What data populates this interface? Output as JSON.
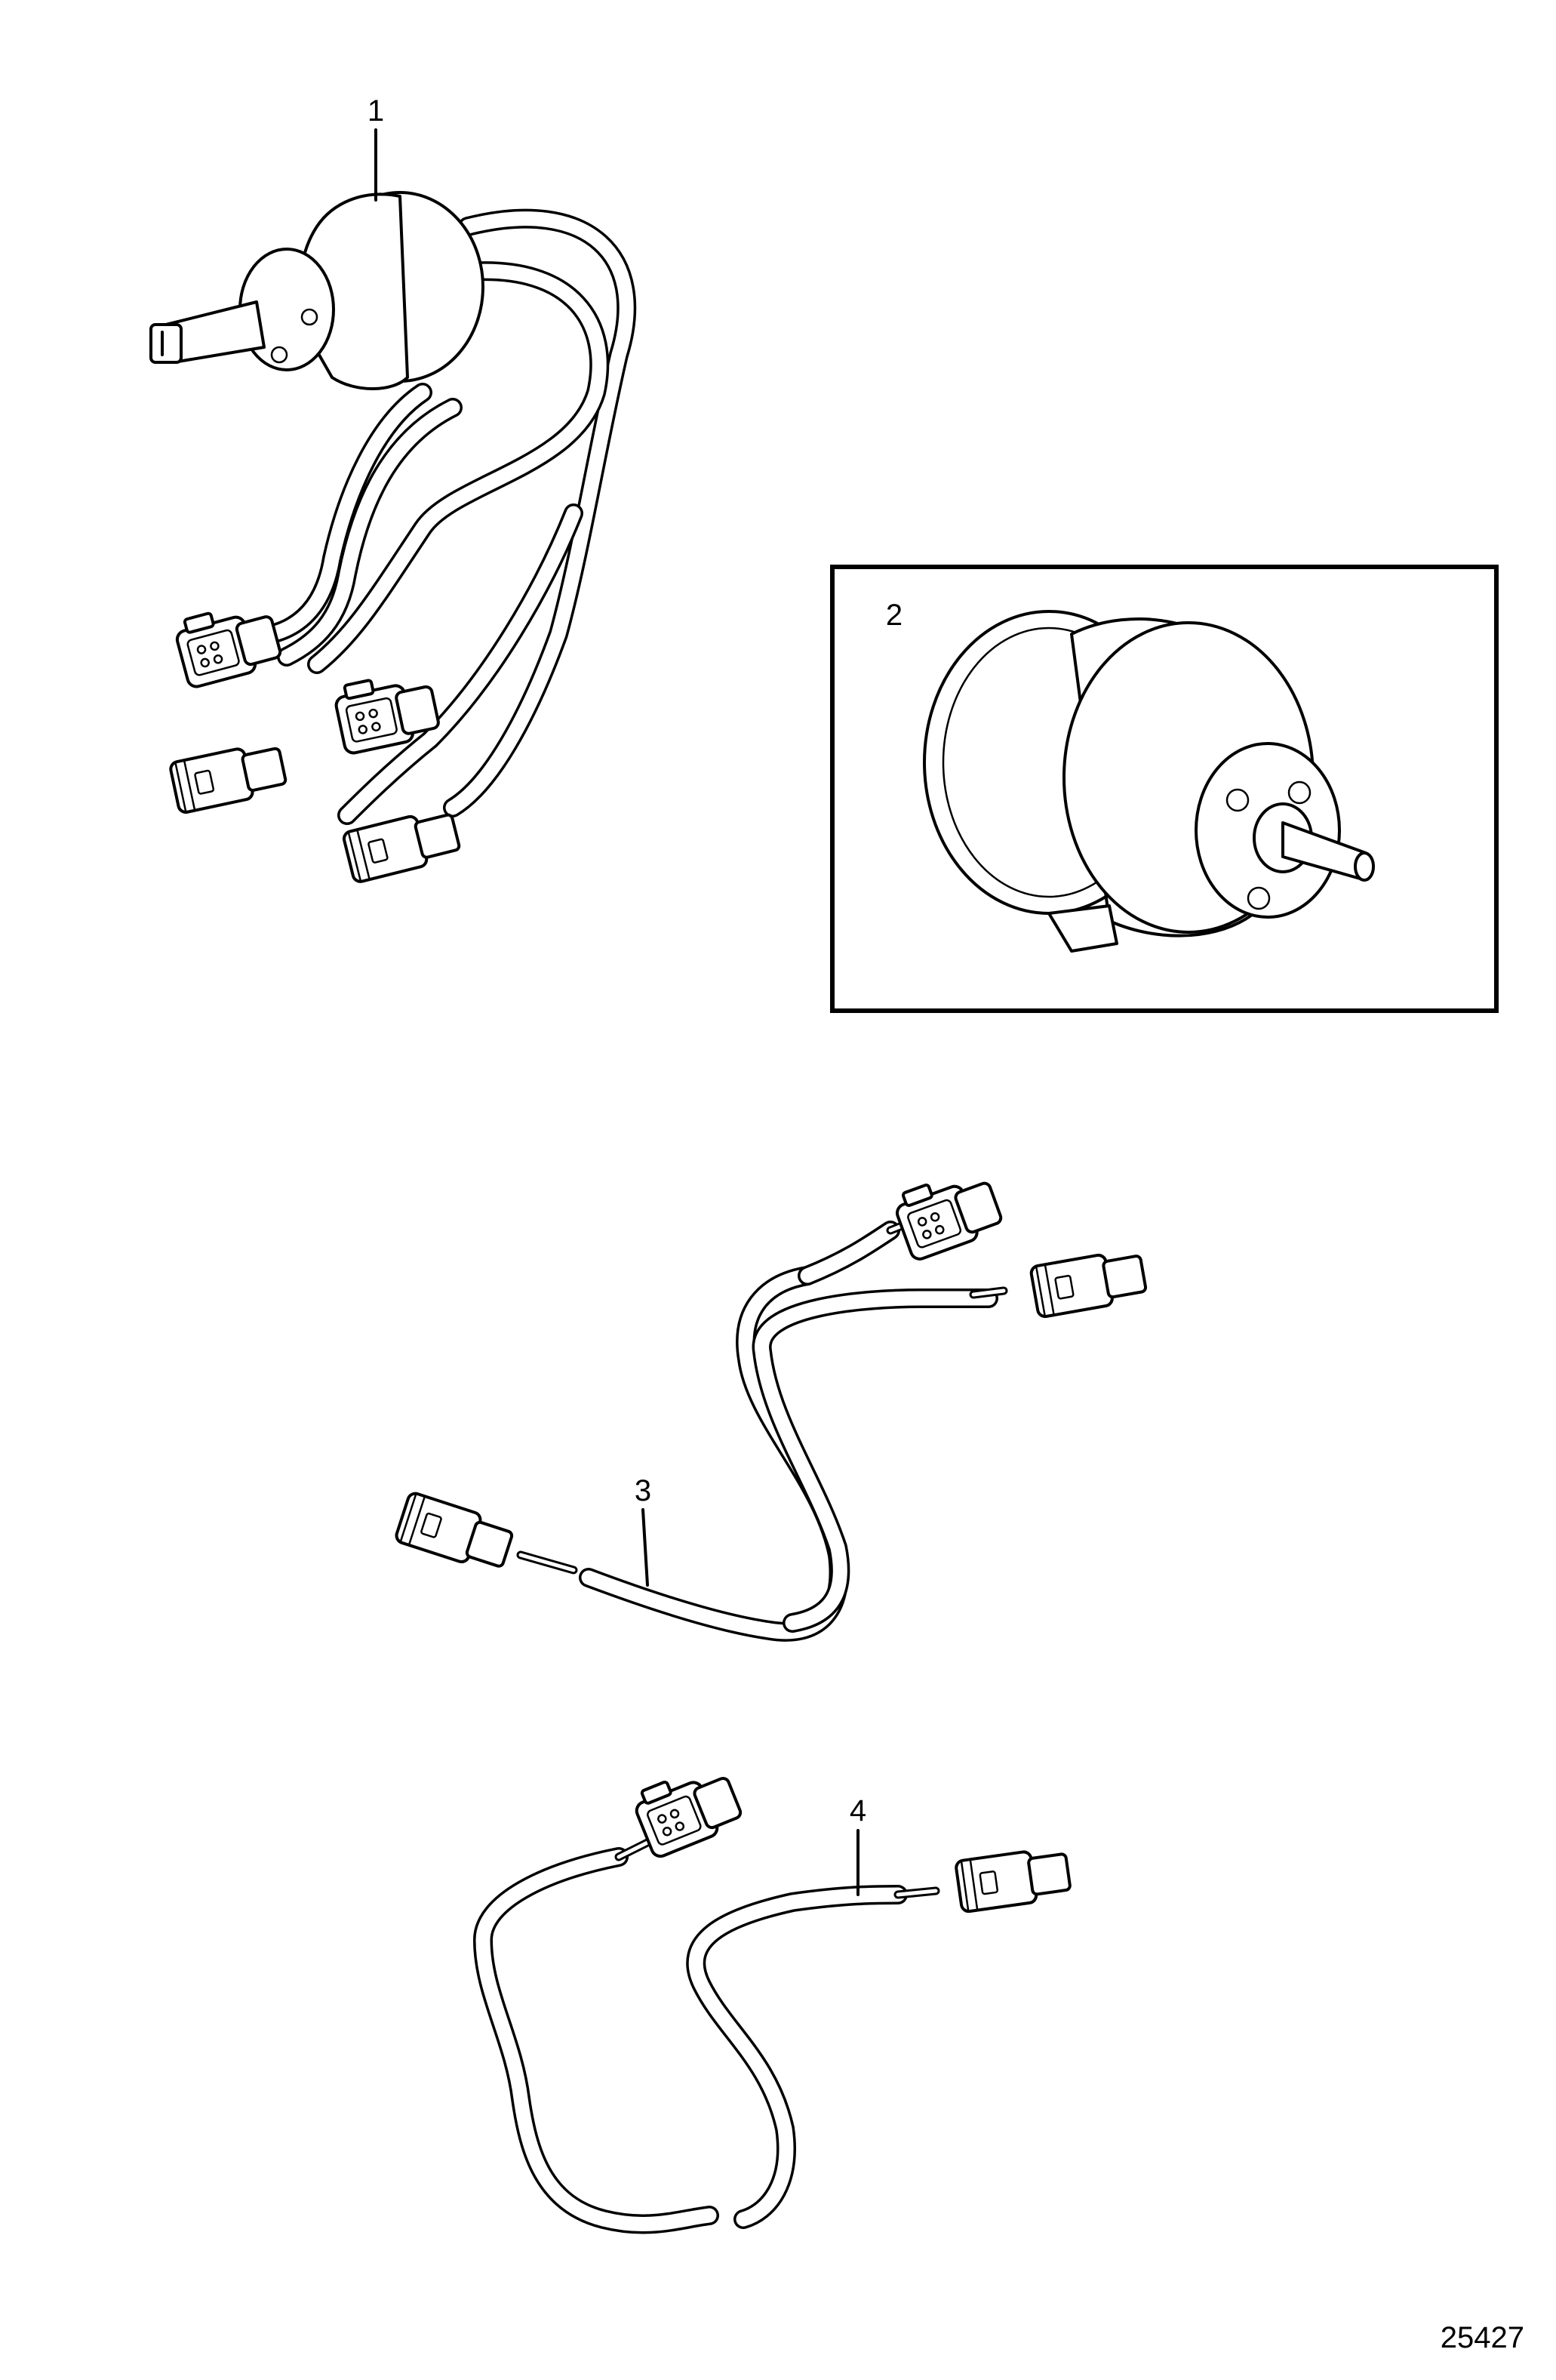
{
  "callouts": {
    "item1": "1",
    "item2": "2",
    "item3": "3",
    "item4": "4"
  },
  "figure_number": "25427",
  "icons": {
    "part1": "sensor-with-wiring-harness",
    "part2": "round-gauge-instrument",
    "part3": "y-split-adapter-cable",
    "part4": "adapter-cable"
  }
}
